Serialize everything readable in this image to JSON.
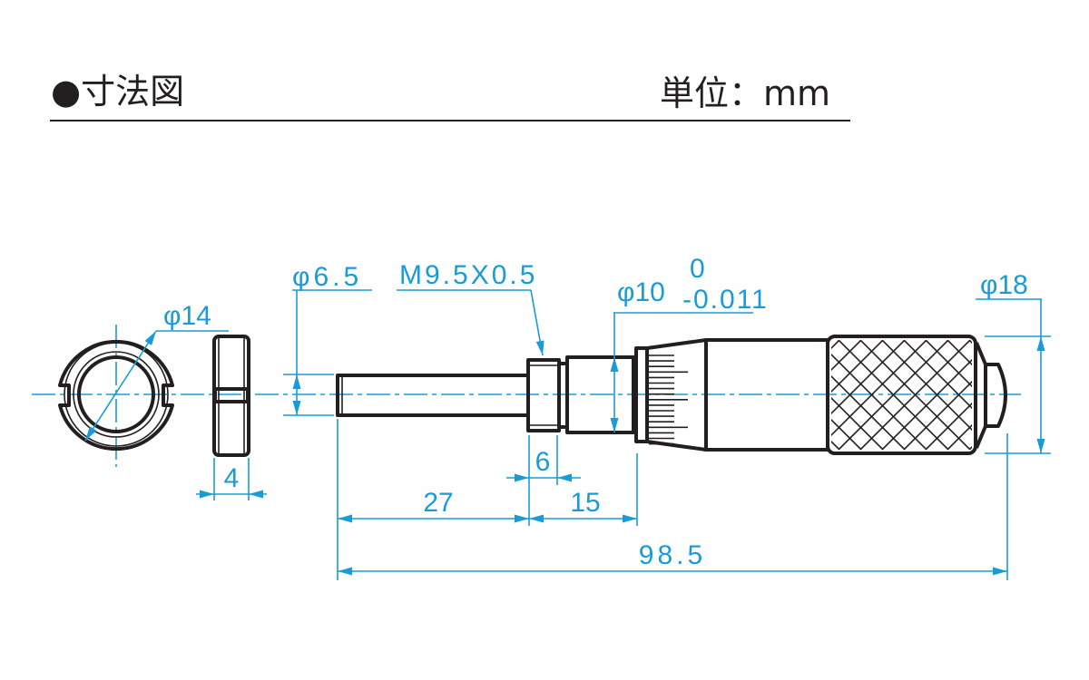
{
  "header": {
    "title": "●寸法図",
    "unit_label": "単位：mm"
  },
  "dimensions": {
    "ring_diameter": "φ14",
    "ring_width": "4",
    "spindle_diameter": "φ6.5",
    "thread": "M9.5X0.5",
    "sleeve_diameter": "φ10",
    "sleeve_tol_upper": "0",
    "sleeve_tol_lower": "-0.011",
    "thimble_diameter": "φ18",
    "nut_length": "6",
    "spindle_length": "27",
    "sleeve_length": "15",
    "total_length": "98.5"
  },
  "colors": {
    "line": "#231f20",
    "dimension": "#1a9bd8"
  }
}
